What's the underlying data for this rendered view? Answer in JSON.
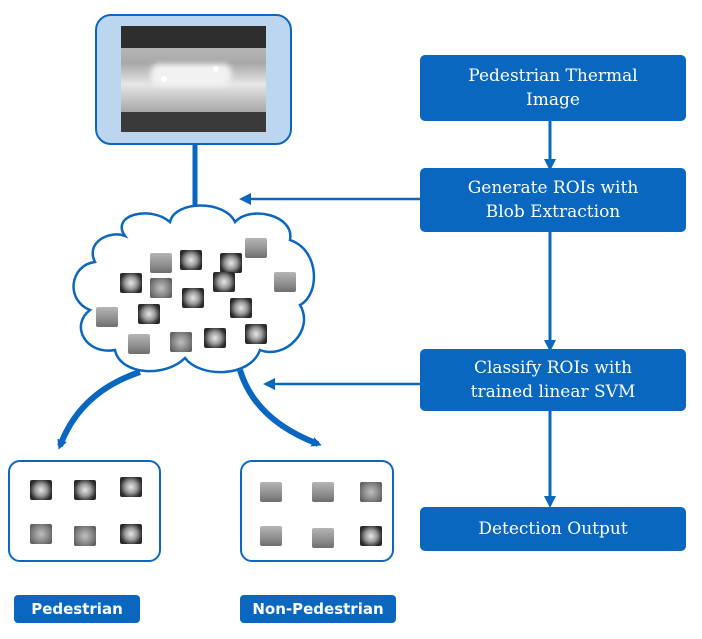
{
  "steps": {
    "input_l1": "Pedestrian Thermal",
    "input_l2": "Image",
    "roi_l1": "Generate ROIs with",
    "roi_l2": "Blob Extraction",
    "svm_l1": "Classify ROIs with",
    "svm_l2": "trained linear SVM",
    "output": "Detection Output"
  },
  "labels": {
    "pedestrian": "Pedestrian",
    "non_pedestrian": "Non-Pedestrian"
  },
  "colors": {
    "primary_blue": "#0a67c0",
    "frame_fill": "#bcd6f0"
  }
}
